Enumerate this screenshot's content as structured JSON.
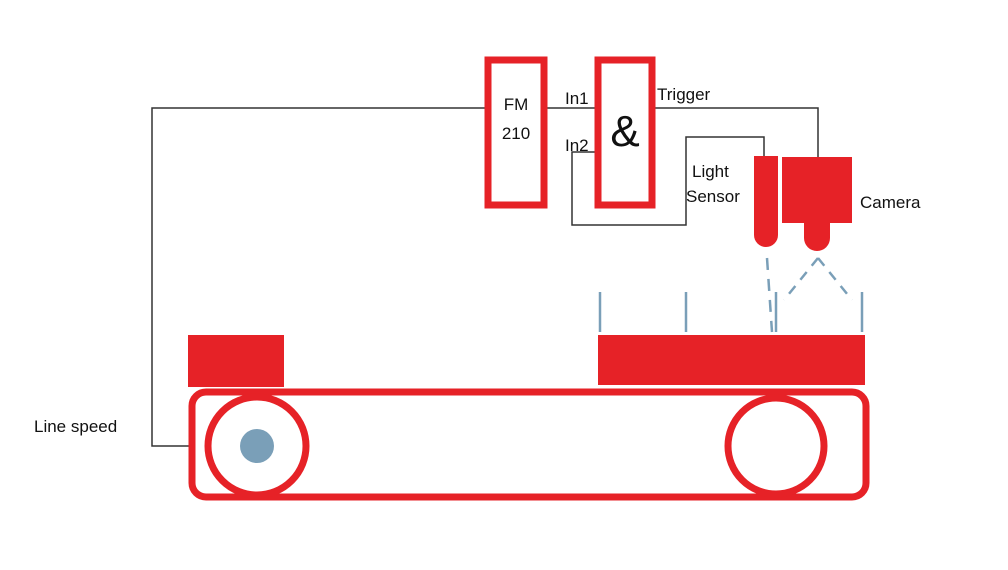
{
  "fm_block": {
    "line1": "FM",
    "line2": "210"
  },
  "and_gate": {
    "symbol": "&",
    "input1": "In1",
    "input2": "In2"
  },
  "trigger_label": "Trigger",
  "light_sensor": {
    "line1": "Light",
    "line2": "Sensor"
  },
  "camera_label": "Camera",
  "line_speed_label": "Line speed",
  "colors": {
    "accent_red": "#e62227",
    "wire": "#333333",
    "sensor_blue": "#7a9fb8"
  }
}
